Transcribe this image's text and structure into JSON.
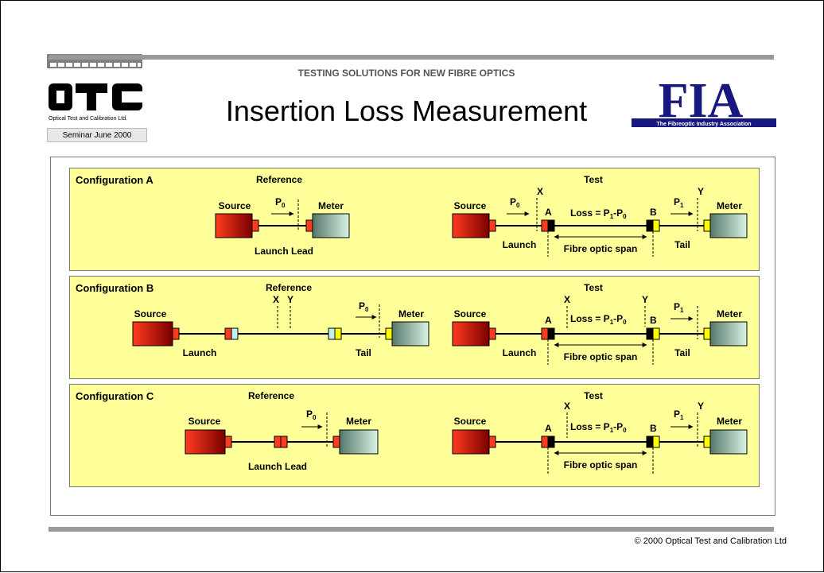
{
  "header": {
    "subtitle": "TESTING SOLUTIONS FOR NEW FIBRE OPTICS",
    "title": "Insertion Loss Measurement",
    "seminar": "Seminar June 2000"
  },
  "logos": {
    "otc_caption": "Optical Test and Calibration Ltd.",
    "fia_text": "FIA",
    "fia_caption": "The Fibreoptic Industry Association"
  },
  "footer": {
    "copyright": "© 2000 Optical Test and Calibration Ltd"
  },
  "configs": [
    {
      "label": "Configuration A",
      "reference": "Reference",
      "test": "Test",
      "ref_labels": {
        "source": "Source",
        "meter": "Meter",
        "p": "P",
        "sub": "0",
        "lead": "Launch Lead"
      },
      "test_labels": {
        "source": "Source",
        "meter": "Meter",
        "p0": "P",
        "p0sub": "0",
        "p1": "P",
        "p1sub": "1",
        "x": "X",
        "y": "Y",
        "a": "A",
        "b": "B",
        "loss": "Loss = P",
        "loss_sub1": "1",
        "loss_mid": "-P",
        "loss_sub0": "0",
        "launch": "Launch",
        "tail": "Tail",
        "span": "Fibre optic span"
      }
    },
    {
      "label": "Configuration B",
      "reference": "Reference",
      "test": "Test",
      "ref_labels": {
        "source": "Source",
        "meter": "Meter",
        "p": "P",
        "sub": "0",
        "x": "X",
        "y": "Y",
        "launch": "Launch",
        "tail": "Tail"
      },
      "test_labels": {
        "source": "Source",
        "meter": "Meter",
        "p1": "P",
        "p1sub": "1",
        "x": "X",
        "y": "Y",
        "a": "A",
        "b": "B",
        "loss": "Loss = P",
        "loss_sub1": "1",
        "loss_mid": "-P",
        "loss_sub0": "0",
        "launch": "Launch",
        "tail": "Tail",
        "span": "Fibre optic span"
      }
    },
    {
      "label": "Configuration C",
      "reference": "Reference",
      "test": "Test",
      "ref_labels": {
        "source": "Source",
        "meter": "Meter",
        "p": "P",
        "sub": "0",
        "lead": "Launch Lead"
      },
      "test_labels": {
        "source": "Source",
        "meter": "Meter",
        "p1": "P",
        "p1sub": "1",
        "x": "X",
        "y": "Y",
        "a": "A",
        "b": "B",
        "loss": "Loss = P",
        "loss_sub1": "1",
        "loss_mid": "-P",
        "loss_sub0": "0",
        "span": "Fibre optic span"
      }
    }
  ],
  "colors": {
    "panel": "#ffff99",
    "source_gradient": [
      "#ff3b1f",
      "#7a0000"
    ],
    "meter_gradient": [
      "#55776a",
      "#d8f4e6"
    ],
    "connector_red": "#ff3b1f",
    "connector_yellow": "#ffff00",
    "connector_black": "#000000",
    "connector_cyan": "#bff0f0",
    "fia_blue": "#17177f"
  }
}
